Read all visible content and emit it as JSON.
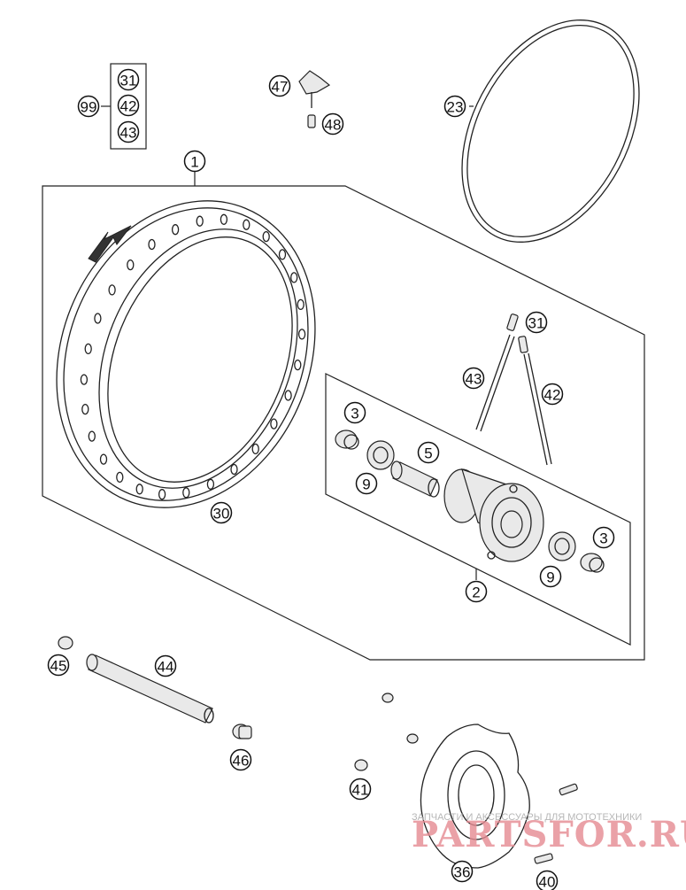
{
  "callouts": {
    "c31_box": "31",
    "c42_box": "42",
    "c43_box": "43",
    "c99": "99",
    "c47": "47",
    "c48": "48",
    "c23": "23",
    "c1": "1",
    "c31": "31",
    "c43": "43",
    "c42": "42",
    "c3_left": "3",
    "c9_left": "9",
    "c5": "5",
    "c3_right": "3",
    "c9_right": "9",
    "c2": "2",
    "c30": "30",
    "c45": "45",
    "c44": "44",
    "c46": "46",
    "c41": "41",
    "c36": "36",
    "c40": "40"
  },
  "watermark": {
    "caption": "ЗАПЧАСТИ И АКСЕССУАРЫ ДЛЯ МОТОТЕХНИКИ",
    "logo": "PARTSFOR.RU"
  }
}
